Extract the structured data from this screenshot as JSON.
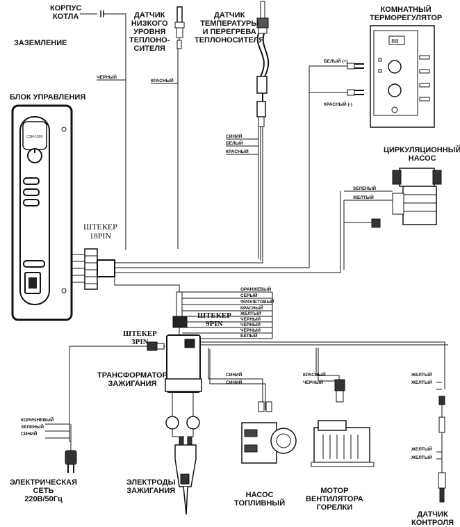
{
  "labels": {
    "case": "КОРПУС\nКОТЛА",
    "ground": "ЗАЗЕМЛЕНИЕ",
    "low_level_sensor": "ДАТЧИК\nНИЗКОГО\nУРОВНЯ\nТЕПЛОНО-\nСИТЕЛЯ",
    "temp_sensor": "ДАТЧИК\nТЕМПЕРАТУРЫ\nИ ПЕРЕГРЕВА\nТЕПЛОНОСИТЕЛЯ",
    "room_thermostat": "КОМНАТНЫЙ\nТЕРМОРЕГУЛЯТОР",
    "control_unit": "БЛОК УПРАВЛЕНИЯ",
    "circ_pump": "ЦИРКУЛЯЦИОННЫЙ\nНАСОС",
    "plug18": "ШТЕКЕР\n18PIN",
    "plug9": "ШТЕКЕР\n9PIN",
    "plug3": "ШТЕКЕР\n3PIN",
    "transformer": "ТРАНСФОРМАТОР\nЗАЖИГАНИЯ",
    "mains": "ЭЛЕКТРИЧЕСКАЯ\nСЕТЬ\n220В/50Гц",
    "electrodes": "ЭЛЕКТРОДЫ\nЗАЖИГАНИЯ",
    "fuel_pump": "НАСОС\nТОПЛИВНЫЙ",
    "fan_motor": "МОТОР\nВЕНТИЛЯТОРА\nГОРЕЛКИ",
    "control_sensor": "ДАТЧИК\nКОНТРОЛЯ"
  },
  "wires": {
    "black": "ЧЕРНЫЙ",
    "red": "КРАСНЫЙ",
    "white_plus": "БЕЛЫЙ (+)",
    "red_minus": "КРАСНЫЙ (-)",
    "temp_blue": "СИНИЙ",
    "temp_white": "БЕЛЫЙ",
    "temp_red": "КРАСНЫЙ",
    "pump_green": "ЗЕЛЕНЫЙ",
    "pump_yellow": "ЖЕЛТЫЙ",
    "nine_pin": [
      "ОРАНЖЕВЫЙ",
      "СЕРЫЙ",
      "ФИОЛЕТОВЫЙ",
      "КРАСНЫЙ",
      "ЖЕЛТЫЙ",
      "ЧЕРНЫЙ",
      "ЧЕРНЫЙ",
      "ЧЕРНЫЙ",
      "БЕЛЫЙ"
    ],
    "mains": [
      "КОРИЧНЕВЫЙ",
      "ЗЕЛЕНЫЙ",
      "СИНИЙ"
    ],
    "fuel_pump": [
      "СИНИЙ",
      "СИНИЙ"
    ],
    "fan": [
      "КРАСНЫЙ",
      "ЧЕРНЫЙ"
    ],
    "sensor_top": [
      "ЖЕЛТЫЙ",
      "ЖЕЛТЫЙ"
    ],
    "sensor_bottom": [
      "ЖЕЛТЫЙ",
      "ЖЕЛТЫЙ"
    ]
  },
  "panel": {
    "display": "CSR-1000"
  },
  "thermostat": {
    "display": "88"
  }
}
